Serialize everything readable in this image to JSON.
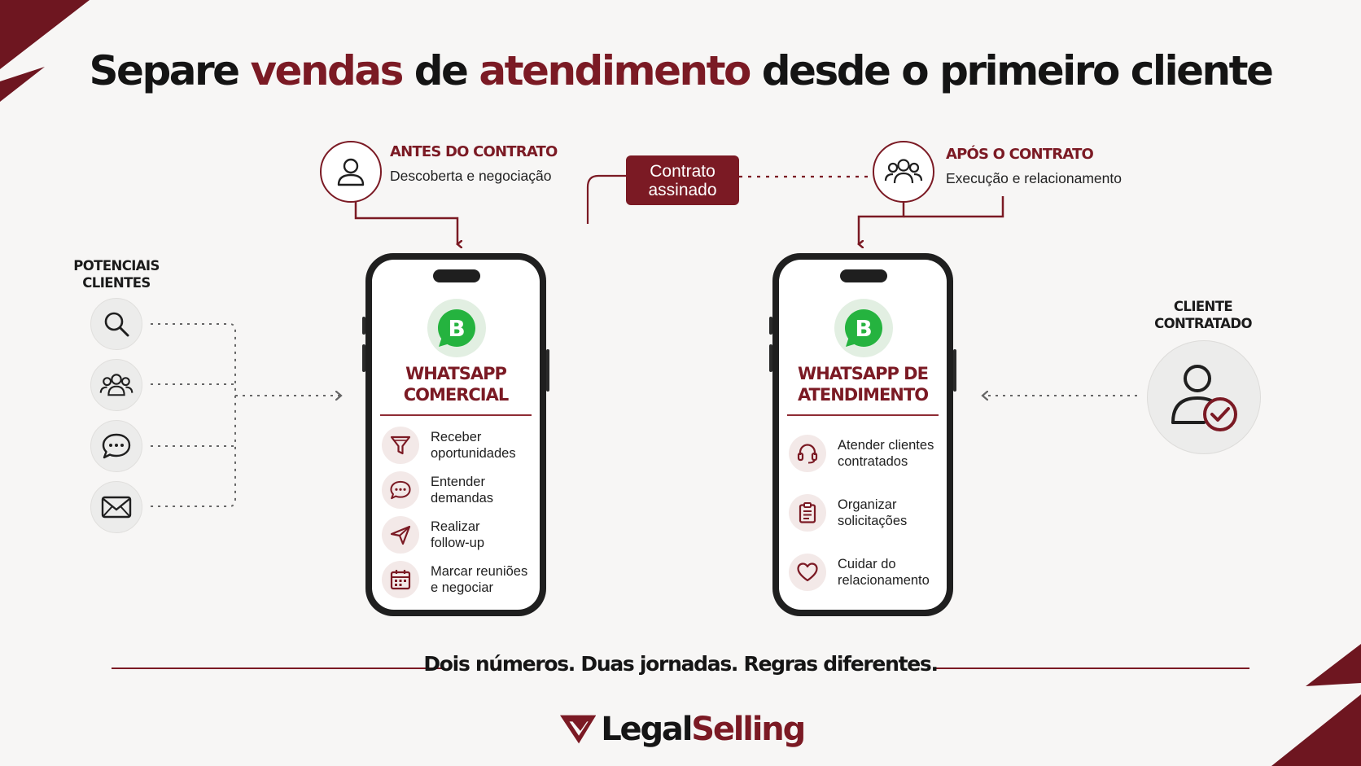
{
  "title": {
    "part1": "Separe ",
    "accent1": "vendas",
    "part2": " de ",
    "accent2": "atendimento",
    "part3": " desde o primeiro cliente"
  },
  "stages": {
    "before": {
      "heading": "ANTES DO CONTRATO",
      "subtitle": "Descoberta e negociação",
      "icon": "user-icon"
    },
    "after": {
      "heading": "APÓS O CONTRATO",
      "subtitle": "Execução e relacionamento",
      "icon": "users-icon"
    },
    "badge": {
      "line1": "Contrato",
      "line2": "assinado"
    }
  },
  "leads": {
    "label_line1": "POTENCIAIS",
    "label_line2": "CLIENTES",
    "icons": [
      "search-icon",
      "users-icon",
      "chat-icon",
      "mail-icon"
    ]
  },
  "phones": {
    "sales": {
      "logo_letter": "B",
      "title_line1": "WHATSAPP",
      "title_line2": "COMERCIAL",
      "features": [
        {
          "line1": "Receber",
          "line2": "oportunidades",
          "icon": "funnel-icon"
        },
        {
          "line1": "Entender",
          "line2": "demandas",
          "icon": "chat-icon"
        },
        {
          "line1": "Realizar",
          "line2": "follow-up",
          "icon": "send-icon"
        },
        {
          "line1": "Marcar reuniões",
          "line2": "e negociar",
          "icon": "calendar-icon"
        }
      ]
    },
    "support": {
      "logo_letter": "B",
      "title_line1": "WHATSAPP DE",
      "title_line2": "ATENDIMENTO",
      "features": [
        {
          "line1": "Atender clientes",
          "line2": "contratados",
          "icon": "headset-icon"
        },
        {
          "line1": "Organizar",
          "line2": "solicitações",
          "icon": "clipboard-icon"
        },
        {
          "line1": "Cuidar do",
          "line2": "relacionamento",
          "icon": "heart-icon"
        }
      ]
    }
  },
  "client": {
    "label_line1": "CLIENTE",
    "label_line2": "CONTRATADO",
    "icon": "user-check-icon"
  },
  "tagline": "Dois números. Duas jornadas. Regras diferentes.",
  "brand": {
    "part1": "Legal",
    "part2": "Selling"
  },
  "colors": {
    "accent": "#7b1a24",
    "whatsapp": "#25b33f",
    "background": "#f7f6f5"
  }
}
